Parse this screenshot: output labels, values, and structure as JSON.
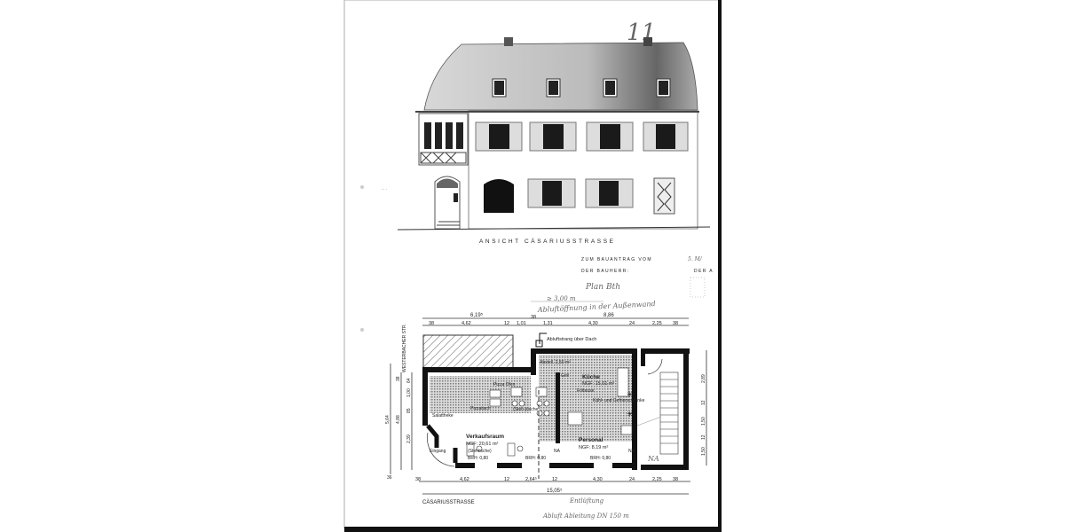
{
  "elevation": {
    "page_number_handwritten": "11",
    "title": "ANSICHT CÄSARIUSSTRASSE",
    "stamp_line1": "ZUM BAUANTRAG VOM",
    "stamp_line1_value": "5. M/",
    "stamp_line2": "DER BAUHERR:",
    "stamp_line2_value": "DER A"
  },
  "annotations": {
    "signature": "Plan Bth",
    "note_distance": "≥ 3,00 m",
    "note_exhaust": "Abluftöffnung in der Außenwand",
    "bottom_note1": "Entlüftung",
    "bottom_note2": "Abluft Ableitung DN 150 m",
    "stair_note": "NA"
  },
  "plan": {
    "street_side": "WESTERBACHER STR.",
    "street_bottom": "CÄSARIUSSTRASSE",
    "exhaust_label": "Abluftstrang über Dach",
    "rooms": {
      "sales": {
        "name": "Verkaufsraum",
        "area": "NGF: 20,61 m²",
        "detail1": "(Stehtische)",
        "brh": "BRH: 0,80"
      },
      "kitchen": {
        "name": "Küche",
        "area": "NGF: 15,01 m²",
        "fridge": "Kühl- und Gefrierschränke",
        "fryer": "Fritteuse",
        "grill": "Grill",
        "storage": "Abstell. 2,50 m²"
      },
      "staff": {
        "name": "Personal",
        "area": "NGF: 8,19 m²",
        "brh": "BRH: 0,80"
      },
      "labels": {
        "pizza_oven": "Pizza Ofen",
        "pizza_table": "Pizzatisch",
        "salad": "Salattheke",
        "stand": "(Steh-)tische",
        "entrance": "Eingang",
        "na1": "NA",
        "na2": "NA",
        "brh_mid": "BRH: 0,80"
      }
    },
    "dims_top_total": [
      "6,19⁵",
      "8,86"
    ],
    "dims_top": [
      "38",
      "4,62",
      "12",
      "1,01",
      "38",
      "1,31",
      "4,30",
      "24",
      "2,25",
      "38"
    ],
    "dims_bottom": [
      "38",
      "4,62",
      "12",
      "2,64⁵",
      "12",
      "4,30",
      "24",
      "2,25",
      "38"
    ],
    "dims_bottom_total": "15,05⁵",
    "dims_left": [
      "5,64",
      "4,88",
      "2,39",
      "85",
      "1,00",
      "64",
      "38",
      "36"
    ],
    "dims_right": [
      "2,89",
      "12",
      "1,50",
      "12",
      "1,50"
    ]
  }
}
